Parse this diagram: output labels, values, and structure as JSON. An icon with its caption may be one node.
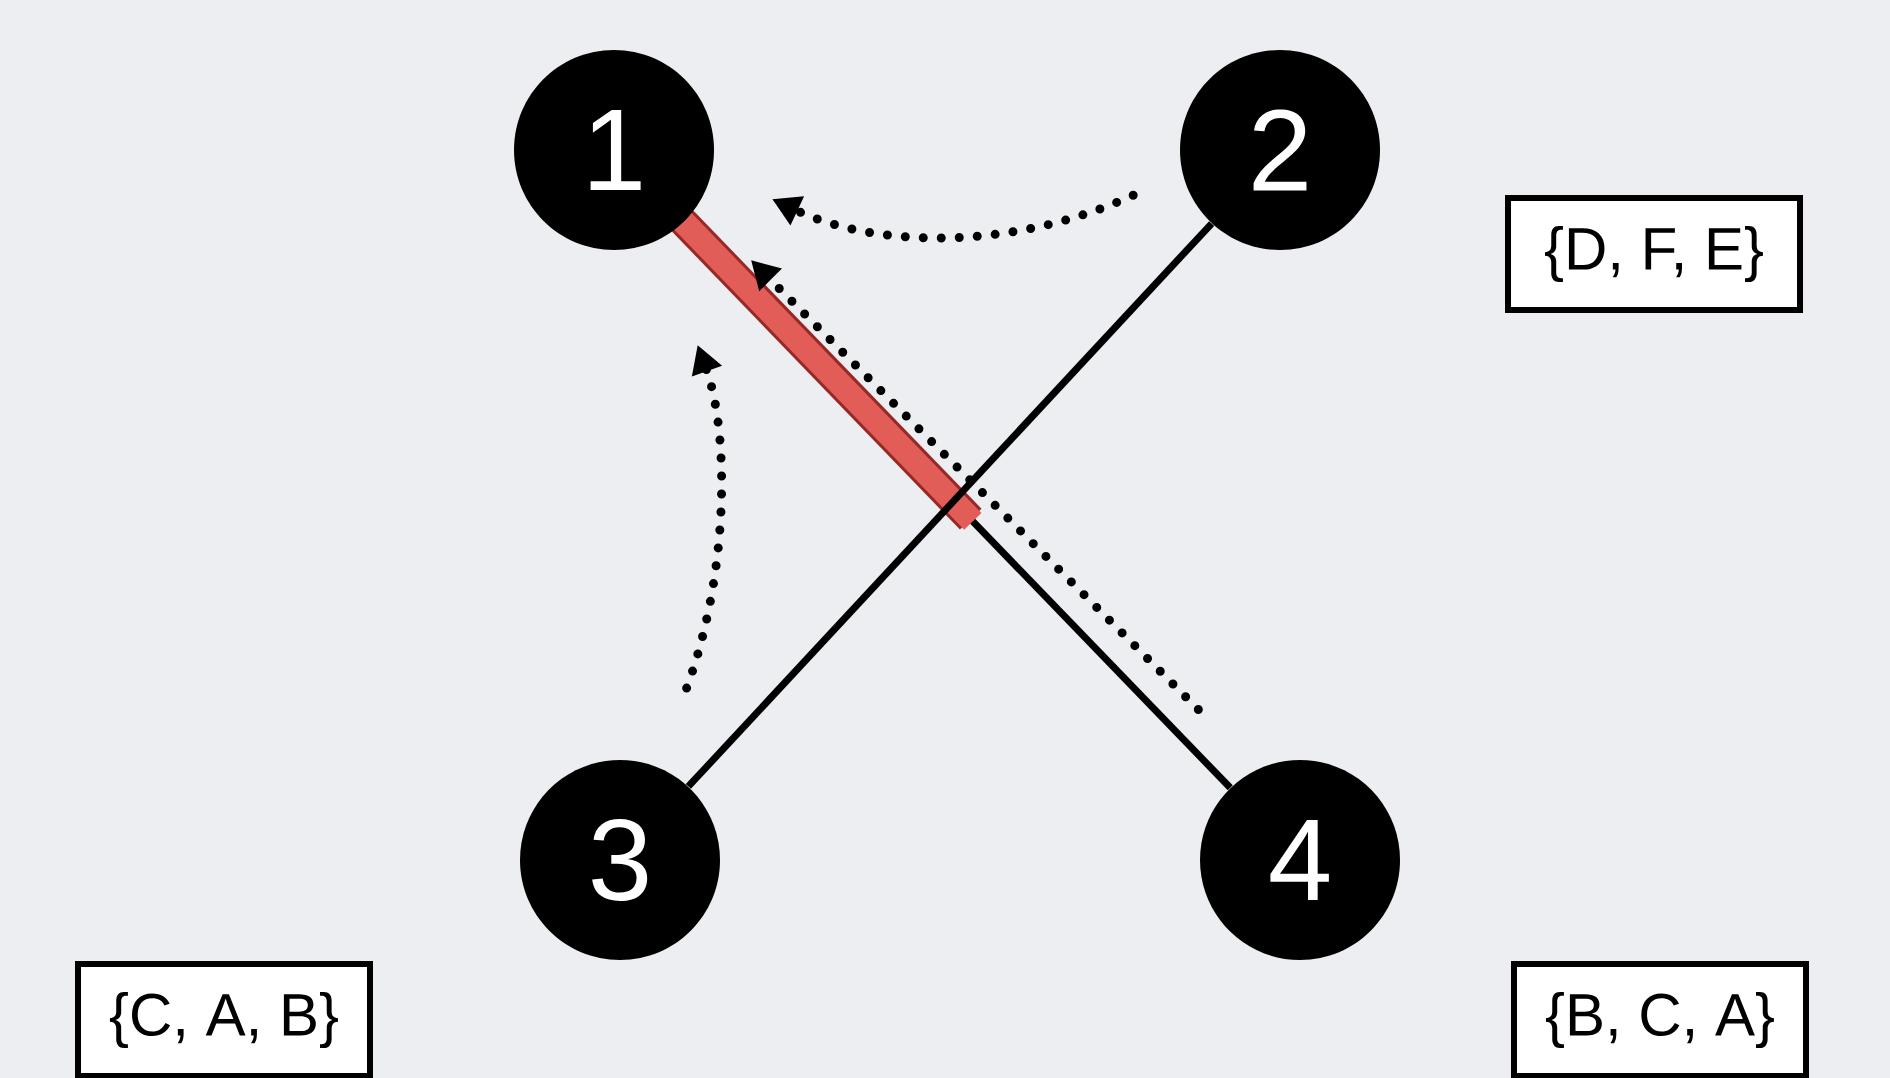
{
  "diagram": {
    "nodes": [
      {
        "text": [
          "1"
        ]
      },
      {
        "text": [
          "2"
        ]
      },
      {
        "text": [
          "{D, F, E}"
        ]
      },
      {
        "text": [
          "3"
        ]
      },
      {
        "text": [
          "4"
        ]
      },
      {
        "text": [
          "{C, A, B}"
        ]
      },
      {
        "text": [
          "{B, C, A}"
        ]
      }
    ],
    "edges": [
      {
        "from": 0,
        "to": 4,
        "arrow": "none"
      },
      {
        "from": 1,
        "to": 3,
        "arrow": "none"
      },
      {
        "from": 1,
        "to": 0,
        "arrow": "to",
        "style": "dashed"
      },
      {
        "from": 4,
        "to": 0,
        "arrow": "to",
        "style": "dashed"
      },
      {
        "from": 3,
        "to": 0,
        "arrow": "to",
        "style": "dashed"
      }
    ]
  }
}
